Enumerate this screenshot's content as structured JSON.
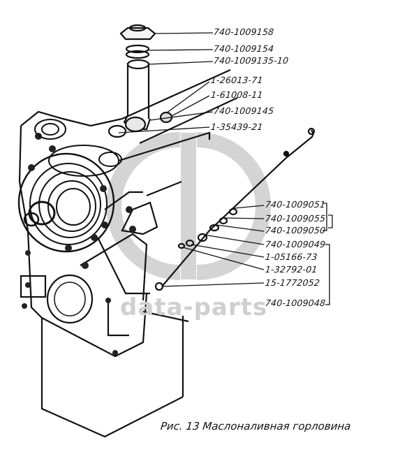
{
  "figure": {
    "caption": "Рис. 13 Маслоналивная горловина",
    "watermark": "data-parts",
    "part_labels": [
      "740-1009158",
      "740-1009154",
      "740-1009135-10",
      "1-26013-71",
      "1-61008-11",
      "740-1009145",
      "1-35439-21",
      "740-1009051",
      "740-1009055",
      "740-1009050",
      "740-1009049",
      "1-05166-73",
      "1-32792-01",
      "15-1772052",
      "740-1009048"
    ]
  }
}
